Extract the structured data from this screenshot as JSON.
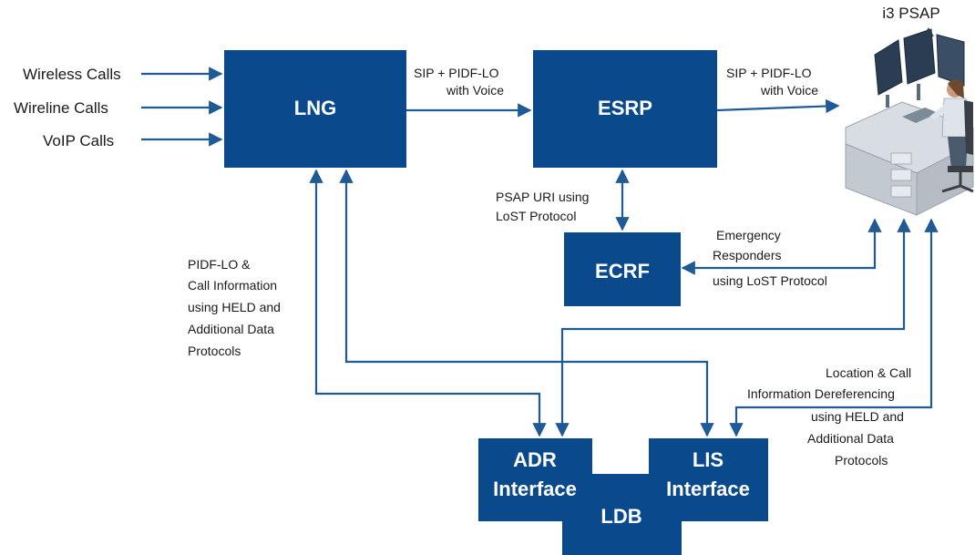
{
  "inputs": {
    "wireless": "Wireless Calls",
    "wireline": "Wireline Calls",
    "voip": "VoIP Calls"
  },
  "boxes": {
    "lng": "LNG",
    "esrp": "ESRP",
    "ecrf": "ECRF",
    "adr": [
      "ADR",
      "Interface"
    ],
    "lis": [
      "LIS",
      "Interface"
    ],
    "ldb": "LDB"
  },
  "psap": {
    "title": "i3 PSAP"
  },
  "labels": {
    "lng_esrp": [
      "SIP + PIDF-LO",
      "with Voice"
    ],
    "esrp_psap": [
      "SIP + PIDF-LO",
      "with Voice"
    ],
    "esrp_ecrf": [
      "PSAP URI using",
      "LoST Protocol"
    ],
    "ecrf_psap": [
      "Emergency",
      "Responders",
      "using LoST Protocol"
    ],
    "lng_ldb": [
      "PIDF-LO &",
      "Call Information",
      "using HELD and",
      "Additional Data",
      "Protocols"
    ],
    "psap_ldb": [
      "Location & Call",
      "Information Dereferencing",
      "using HELD and",
      "Additional Data",
      "Protocols"
    ]
  },
  "colors": {
    "box": "#0a4a8c",
    "line": "#1f5a96",
    "text": "#1a1a1a"
  }
}
